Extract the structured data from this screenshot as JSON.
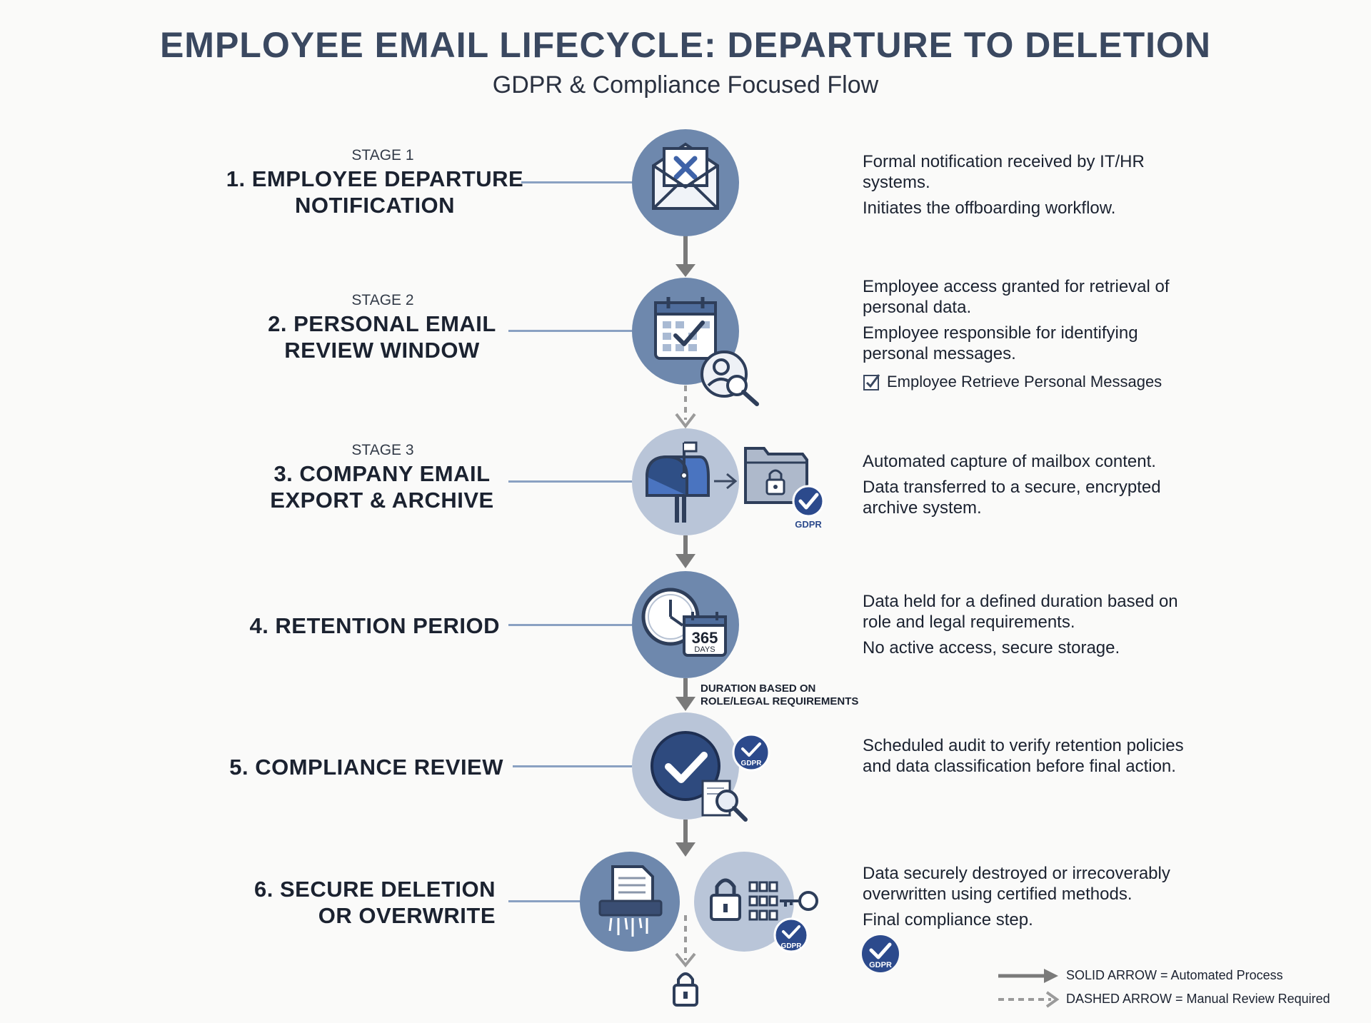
{
  "title": "EMPLOYEE EMAIL LIFECYCLE: DEPARTURE TO DELETION",
  "subtitle": "GDPR & Compliance Focused Flow",
  "stages": [
    {
      "label": "STAGE 1",
      "title_lines": [
        "1. EMPLOYEE DEPARTURE",
        "NOTIFICATION"
      ],
      "icon": "envelope-x-icon",
      "desc": [
        "Formal notification received by IT/HR systems.",
        "Initiates the offboarding workflow."
      ]
    },
    {
      "label": "STAGE 2",
      "title_lines": [
        "2. PERSONAL EMAIL",
        "REVIEW WINDOW"
      ],
      "icon": "calendar-check-icon",
      "desc": [
        "Employee access granted for retrieval of personal data.",
        "Employee responsible for identifying personal messages."
      ],
      "checkbox": "Employee Retrieve Personal Messages"
    },
    {
      "label": "STAGE 3",
      "title_lines": [
        "3. COMPANY EMAIL",
        "EXPORT & ARCHIVE"
      ],
      "icon": "mailbox-icon",
      "badge": "GDPR",
      "desc": [
        "Automated capture of mailbox content.",
        "Data transferred to a secure, encrypted archive system."
      ]
    },
    {
      "title_lines": [
        "4. RETENTION PERIOD"
      ],
      "icon": "clock-calendar-icon",
      "calendar_number": "365",
      "calendar_unit": "DAYS",
      "desc": [
        "Data held for a defined duration based on role and legal requirements.",
        "No active access, secure storage."
      ],
      "note_lines": [
        "DURATION BASED ON",
        "ROLE/LEGAL REQUIREMENTS"
      ]
    },
    {
      "title_lines": [
        "5. COMPLIANCE REVIEW"
      ],
      "icon": "checkmark-icon",
      "badge": "GDPR",
      "desc": [
        "Scheduled audit to verify retention policies and data classification before final action."
      ]
    },
    {
      "title_lines": [
        "6. SECURE DELETION",
        "OR OVERWRITE"
      ],
      "icon": "shredder-icon",
      "badge": "GDPR",
      "desc": [
        "Data securely destroyed or irrecoverably overwritten using certified methods.",
        "Final compliance step."
      ],
      "desc_badge": "GDPR"
    }
  ],
  "legend": {
    "solid": "SOLID ARROW = Automated Process",
    "dashed": "DASHED ARROW = Manual Review Required"
  },
  "colors": {
    "circle_dark": "#6e88ad",
    "circle_light": "#b9c5d8",
    "navy": "#2c4a8c",
    "arrow": "#7a7a7a",
    "connector": "#8aa1c2"
  }
}
